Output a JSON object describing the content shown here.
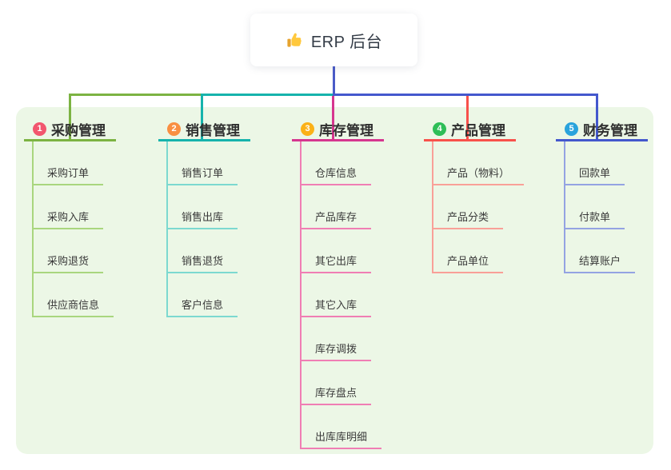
{
  "root": {
    "label": "ERP 后台",
    "icon": "thumbs-up-icon"
  },
  "branches": [
    {
      "number": "1",
      "label": "采购管理",
      "badge_color": "#F2566E",
      "line_color": "#7CB342",
      "child_line_color": "#A9D67E",
      "children": [
        "采购订单",
        "采购入库",
        "采购退货",
        "供应商信息"
      ]
    },
    {
      "number": "2",
      "label": "销售管理",
      "badge_color": "#F98F42",
      "line_color": "#16B3AC",
      "child_line_color": "#7CD9D0",
      "children": [
        "销售订单",
        "销售出库",
        "销售退货",
        "客户信息"
      ]
    },
    {
      "number": "3",
      "label": "库存管理",
      "badge_color": "#FBB117",
      "line_color": "#D6368F",
      "child_line_color": "#F07EB4",
      "children": [
        "仓库信息",
        "产品库存",
        "其它出库",
        "其它入库",
        "库存调拨",
        "库存盘点",
        "出库库明细"
      ]
    },
    {
      "number": "4",
      "label": "产品管理",
      "badge_color": "#2EBE57",
      "line_color": "#F8514B",
      "child_line_color": "#F9A098",
      "children": [
        "产品（物料）",
        "产品分类",
        "产品单位"
      ]
    },
    {
      "number": "5",
      "label": "财务管理",
      "badge_color": "#29A3DC",
      "line_color": "#4458CD",
      "child_line_color": "#94A3E2",
      "children": [
        "回款单",
        "付款单",
        "结算账户"
      ]
    }
  ],
  "colors": {
    "canvas_bg": "#FFFFFF",
    "panel_bg": "#ECF7E6",
    "root_connector": "#4A5BC8",
    "thumb_yellow": "#FFC83D",
    "thumb_sleeve": "#E6A32E",
    "root_text": "#333B46",
    "node_text": "#3A3A3A"
  }
}
